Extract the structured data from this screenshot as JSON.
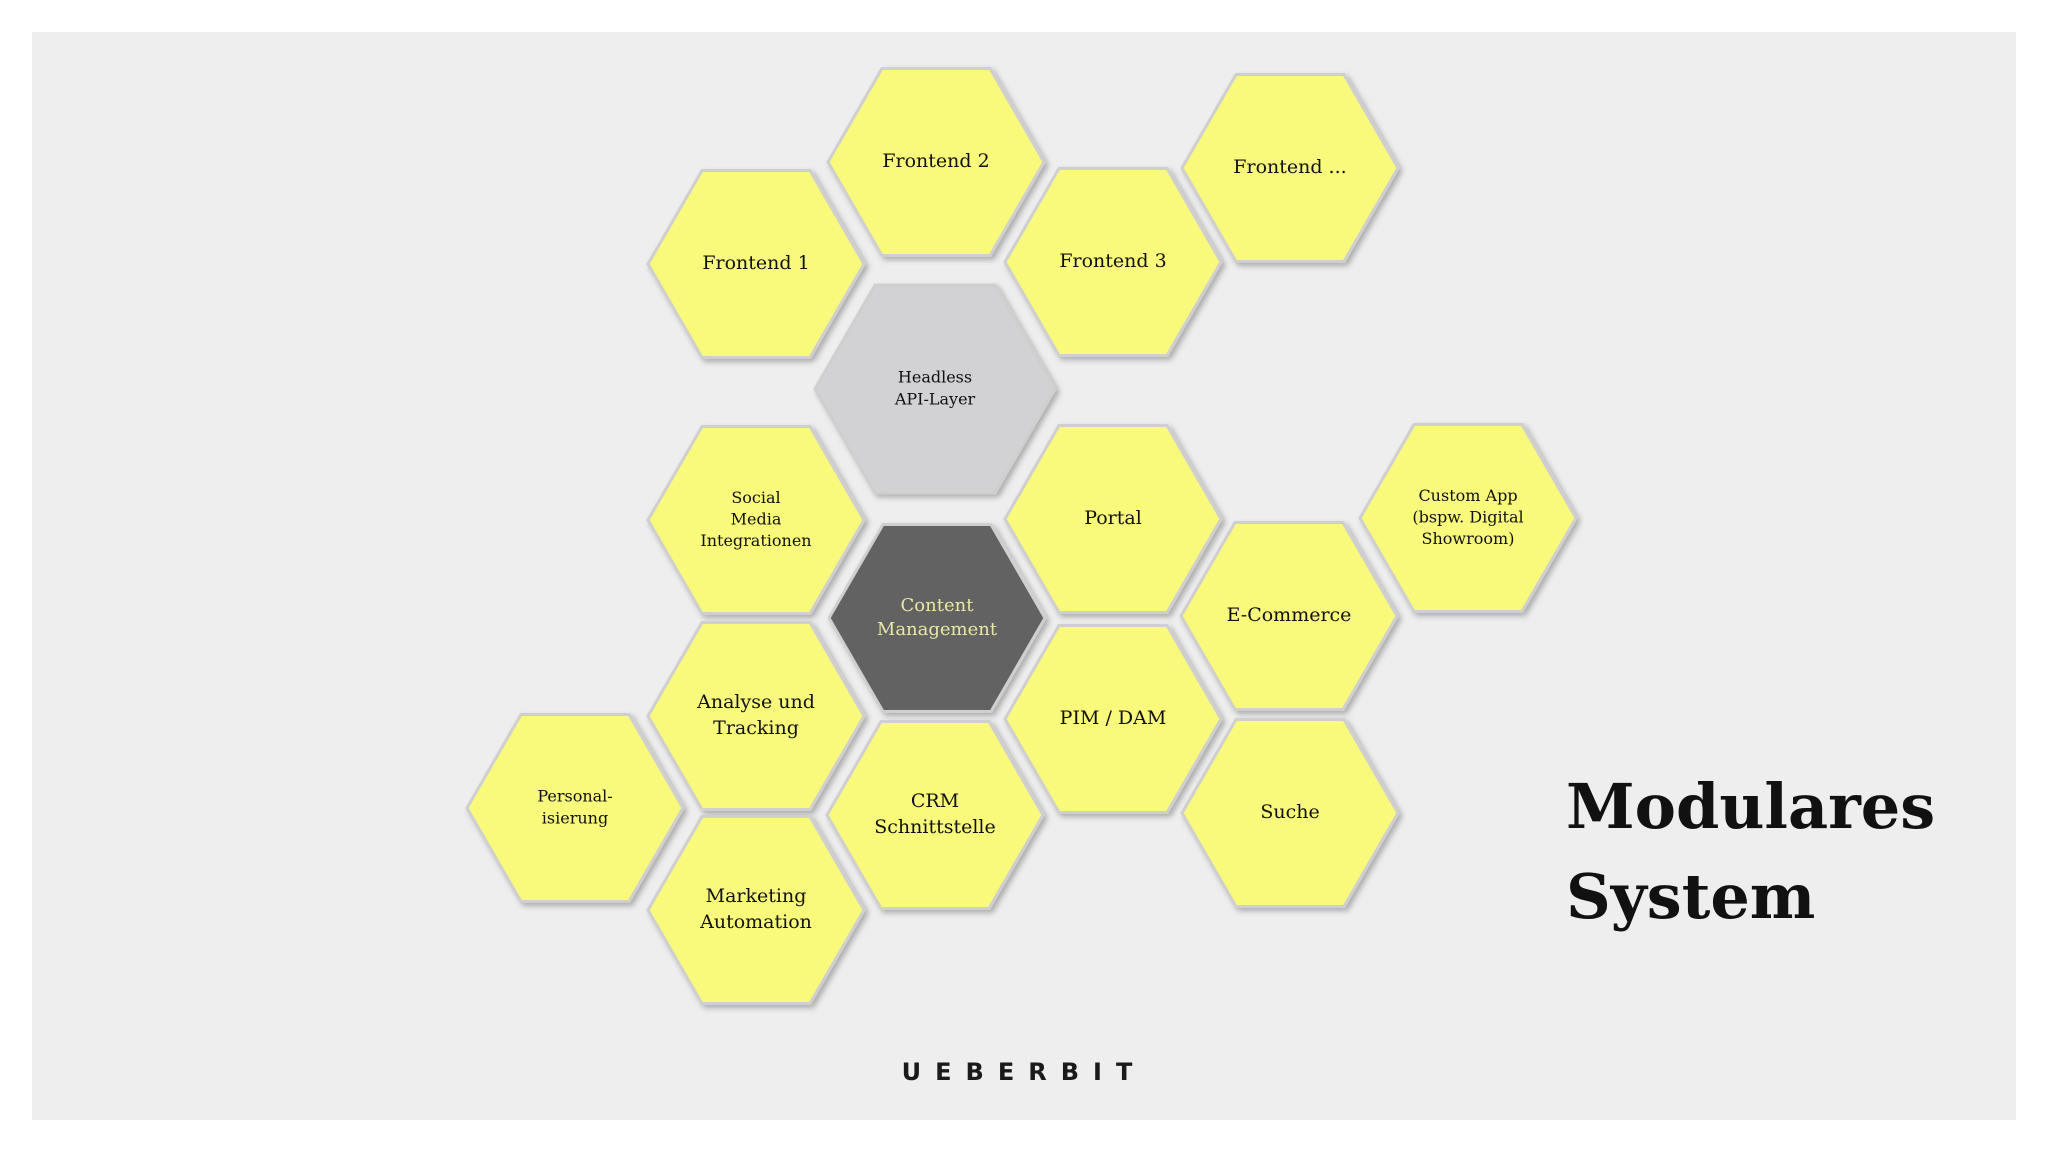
{
  "colors": {
    "background": "#eeeeee",
    "hex_yellow": "#f9fa7b",
    "hex_light_gray": "#d2d2d4",
    "hex_dark_gray": "#626264",
    "text_dark": "#111111",
    "text_on_dark": "#e8e9a2"
  },
  "title": {
    "line1": "Modulares",
    "line2": "System"
  },
  "logo": "UEBERBIT",
  "hexagons": [
    {
      "id": "frontend-2",
      "lines": [
        "Frontend 2"
      ],
      "style": "yellow"
    },
    {
      "id": "frontend-more",
      "lines": [
        "Frontend ..."
      ],
      "style": "yellow"
    },
    {
      "id": "frontend-1",
      "lines": [
        "Frontend 1"
      ],
      "style": "yellow"
    },
    {
      "id": "frontend-3",
      "lines": [
        "Frontend 3"
      ],
      "style": "yellow"
    },
    {
      "id": "headless-api-layer",
      "lines": [
        "Headless",
        "API-Layer"
      ],
      "style": "light"
    },
    {
      "id": "social-media-integrationen",
      "lines": [
        "Social",
        "Media",
        "Integrationen"
      ],
      "style": "yellow"
    },
    {
      "id": "portal",
      "lines": [
        "Portal"
      ],
      "style": "yellow"
    },
    {
      "id": "custom-app",
      "lines": [
        "Custom App",
        "(bspw. Digital",
        "Showroom)"
      ],
      "style": "yellow"
    },
    {
      "id": "content-management",
      "lines": [
        "Content",
        "Management"
      ],
      "style": "dark"
    },
    {
      "id": "e-commerce",
      "lines": [
        "E-Commerce"
      ],
      "style": "yellow"
    },
    {
      "id": "analyse-und-tracking",
      "lines": [
        "Analyse und",
        "Tracking"
      ],
      "style": "yellow"
    },
    {
      "id": "pim-dam",
      "lines": [
        "PIM / DAM"
      ],
      "style": "yellow"
    },
    {
      "id": "personalisierung",
      "lines": [
        "Personal-",
        "isierung"
      ],
      "style": "yellow"
    },
    {
      "id": "crm-schnittstelle",
      "lines": [
        "CRM",
        "Schnittstelle"
      ],
      "style": "yellow"
    },
    {
      "id": "suche",
      "lines": [
        "Suche"
      ],
      "style": "yellow"
    },
    {
      "id": "marketing-automation",
      "lines": [
        "Marketing",
        "Automation"
      ],
      "style": "yellow"
    }
  ]
}
